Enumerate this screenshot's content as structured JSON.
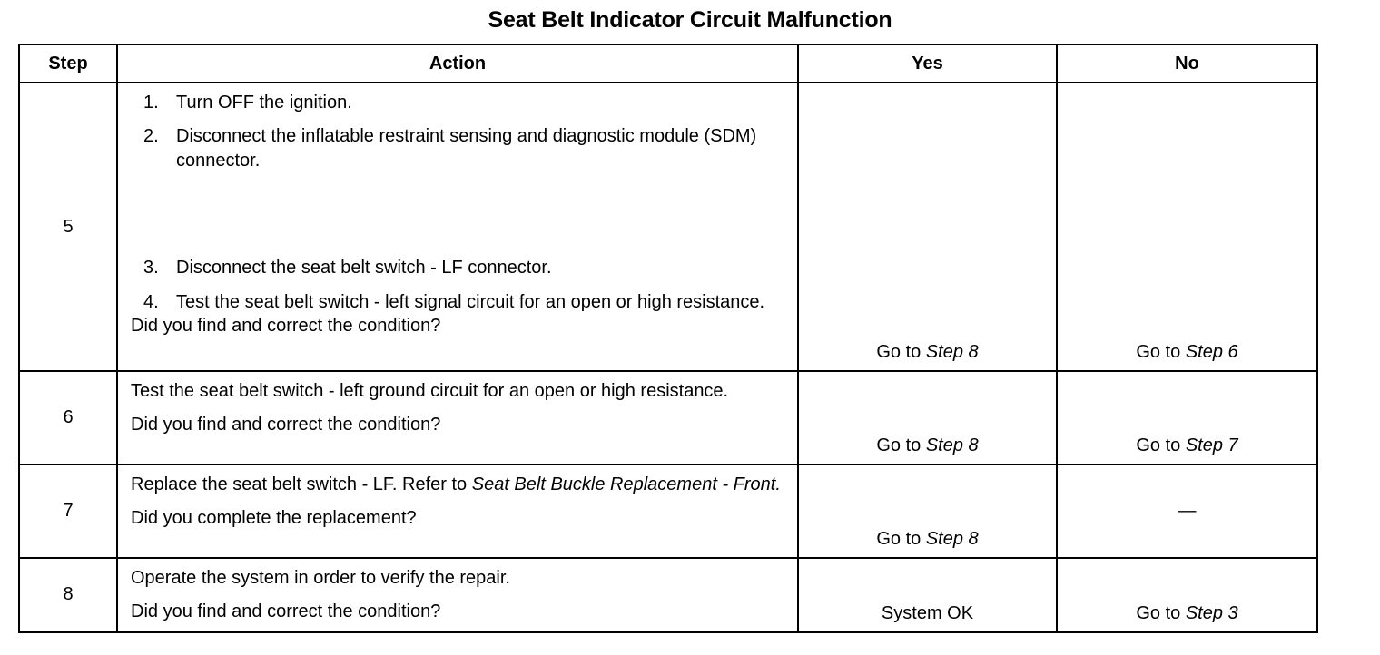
{
  "document": {
    "title": "Seat Belt Indicator Circuit Malfunction"
  },
  "table": {
    "headers": {
      "step": "Step",
      "action": "Action",
      "yes": "Yes",
      "no": "No"
    },
    "rows": [
      {
        "step": "5",
        "list_items": [
          {
            "num": "1.",
            "text": "Turn OFF the ignition."
          },
          {
            "num": "2.",
            "text": "Disconnect the inflatable restraint sensing and diagnostic module (SDM) connector."
          },
          {
            "num": "3.",
            "text": "Disconnect the seat belt switch - LF connector."
          },
          {
            "num": "4.",
            "text": "Test the seat belt switch - left signal circuit for an open or high resistance."
          }
        ],
        "question": "Did you find and correct the condition?",
        "yes_prefix": "Go to ",
        "yes_ref": "Step 8",
        "no_prefix": "Go to ",
        "no_ref": "Step 6"
      },
      {
        "step": "6",
        "statement": "Test the seat belt switch - left ground circuit for an open or high resistance.",
        "question": "Did you find and correct the condition?",
        "yes_prefix": "Go to ",
        "yes_ref": "Step 8",
        "no_prefix": "Go to ",
        "no_ref": "Step 7"
      },
      {
        "step": "7",
        "statement_pre": "Replace the seat belt switch - LF. Refer to ",
        "statement_ref": "Seat Belt Buckle Replacement - Front.",
        "question": "Did you complete the replacement?",
        "yes_prefix": "Go to ",
        "yes_ref": "Step 8",
        "no_dash": "—"
      },
      {
        "step": "8",
        "statement": "Operate the system in order to verify the repair.",
        "question": "Did you find and correct the condition?",
        "yes_text": "System OK",
        "no_prefix": "Go to ",
        "no_ref": "Step 3"
      }
    ]
  }
}
